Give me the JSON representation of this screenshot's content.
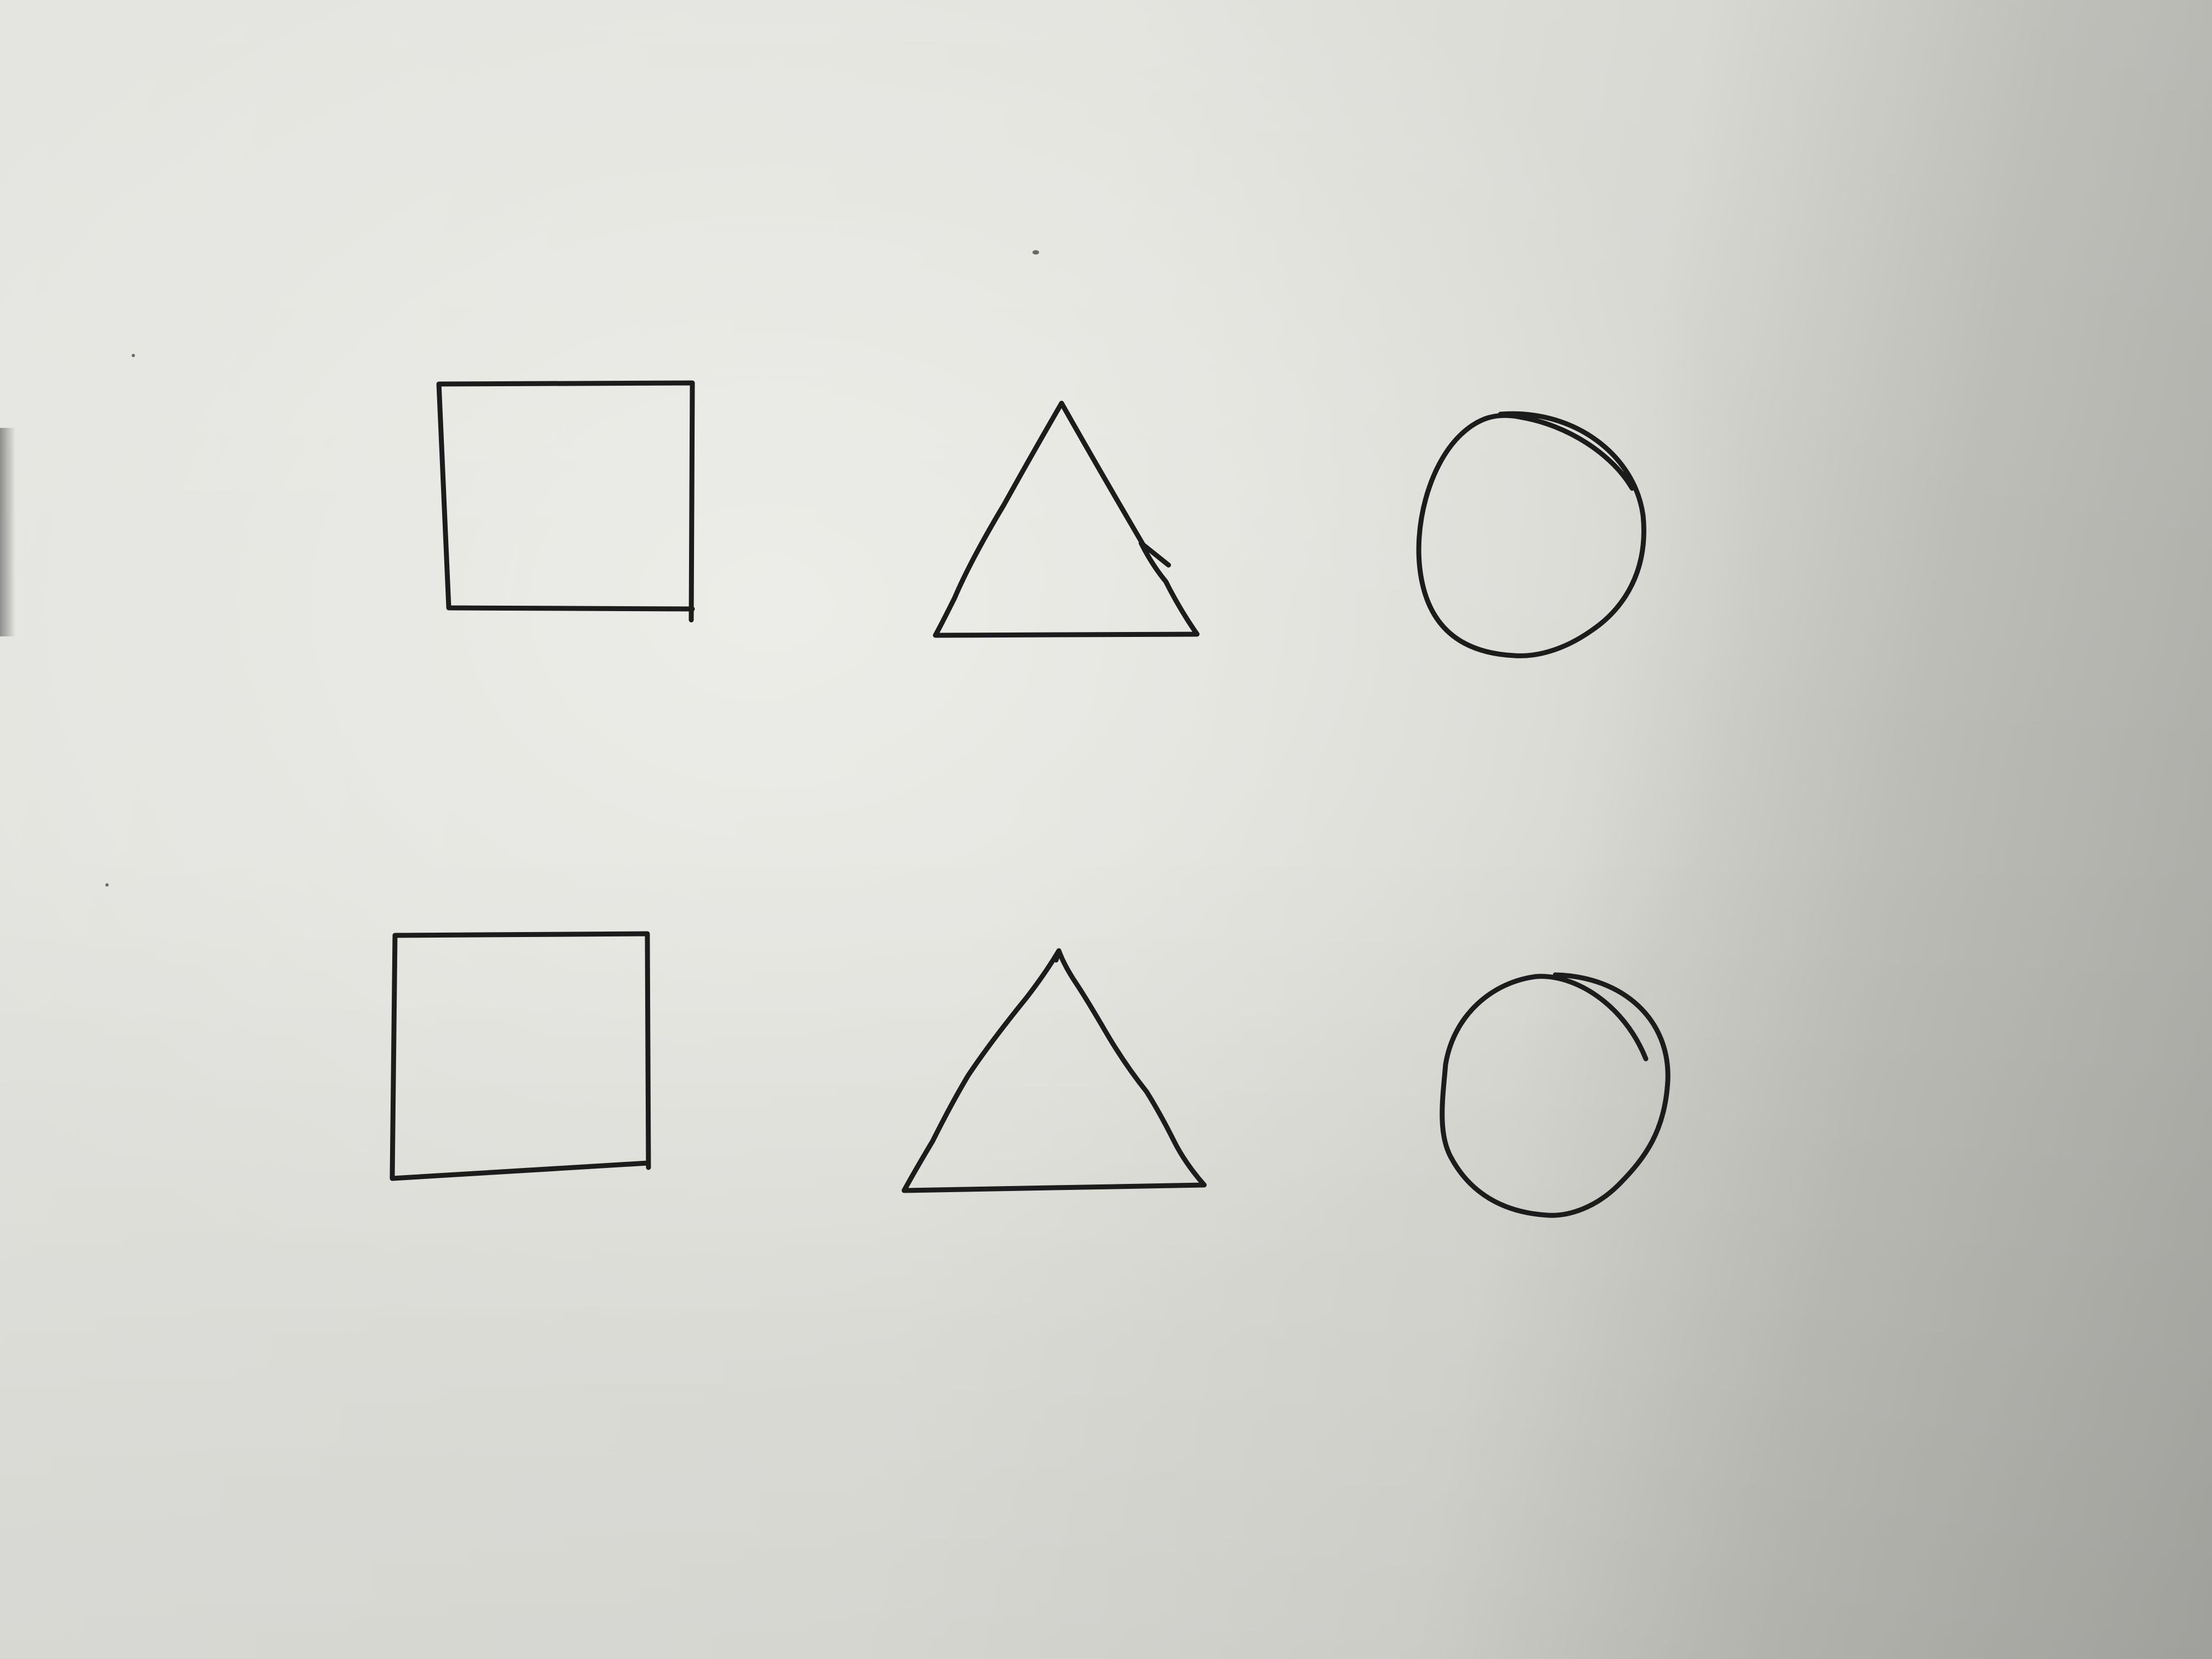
{
  "scene": {
    "description_kind": "photo of paper",
    "ink_color": "#1c1c1c",
    "paper_color": "#e2e2dd"
  },
  "shapes": [
    {
      "kind": "square",
      "row": 1,
      "column": 1
    },
    {
      "kind": "triangle",
      "row": 1,
      "column": 2
    },
    {
      "kind": "circle",
      "row": 1,
      "column": 3
    },
    {
      "kind": "square",
      "row": 2,
      "column": 1
    },
    {
      "kind": "triangle",
      "row": 2,
      "column": 2
    },
    {
      "kind": "circle",
      "row": 2,
      "column": 3
    }
  ]
}
